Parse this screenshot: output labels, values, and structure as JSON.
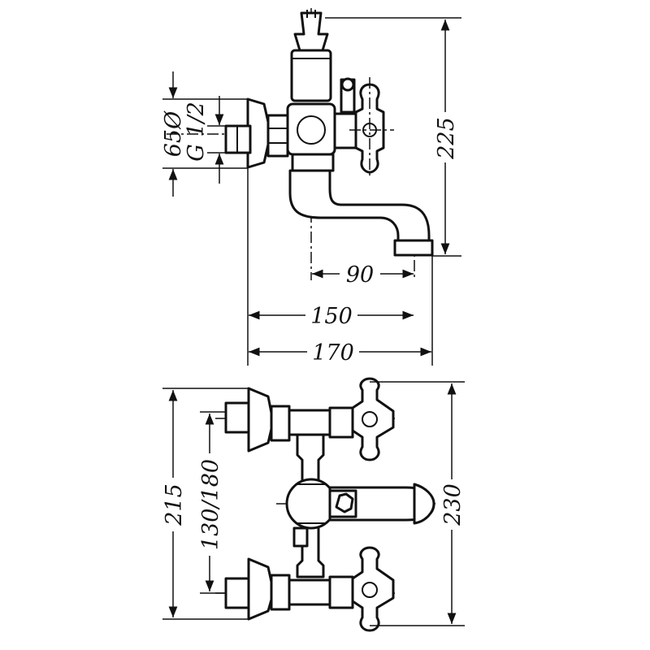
{
  "side_view": {
    "dims": {
      "height": "225",
      "pipe_diameter": "65Ø",
      "thread": "G 1/2",
      "spout_offset": "90",
      "spout_reach": "150",
      "overall_depth": "170"
    }
  },
  "front_view": {
    "dims": {
      "overall_height": "215",
      "center_distance": "130/180",
      "spout_height": "230"
    }
  }
}
